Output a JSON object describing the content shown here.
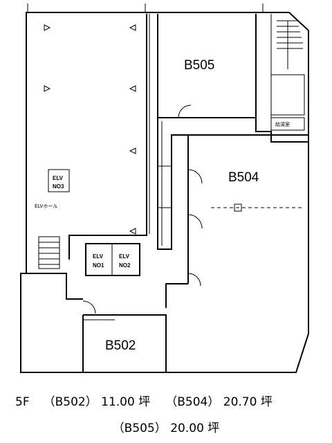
{
  "floor_plan": {
    "rooms": {
      "b505": "B505",
      "b504": "B504",
      "b502": "B502"
    },
    "elevators": {
      "elv_no3": {
        "line1": "ELV",
        "line2": "NO3"
      },
      "elv_no1": {
        "line1": "ELV",
        "line2": "NO1"
      },
      "elv_no2": {
        "line1": "ELV",
        "line2": "NO2"
      }
    },
    "elv_hall": "ELVホール",
    "kitchenette": "給湯室"
  },
  "area_summary": {
    "floor": "5F",
    "entries": [
      {
        "unit": "（B502）",
        "area": "11.00 坪"
      },
      {
        "unit": "（B504）",
        "area": "20.70 坪"
      },
      {
        "unit": "（B505）",
        "area": "20.00 坪"
      }
    ]
  }
}
